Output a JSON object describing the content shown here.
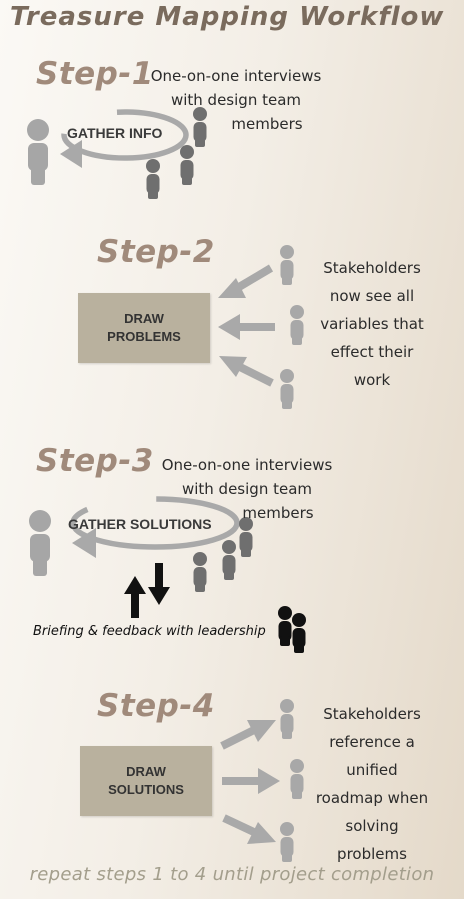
{
  "title": "Treasure Mapping Workflow",
  "steps": [
    {
      "label": "Step-1",
      "note_lines": [
        "One-on-one interviews",
        "with design team",
        "members"
      ],
      "loop_label": "GATHER INFO"
    },
    {
      "label": "Step-2",
      "box_lines": [
        "DRAW",
        "PROBLEMS"
      ],
      "note_lines": [
        "Stakeholders",
        "now see all",
        "variables that",
        "effect their",
        "work"
      ]
    },
    {
      "label": "Step-3",
      "note_lines": [
        "One-on-one interviews",
        "with design team",
        "members"
      ],
      "loop_label": "GATHER SOLUTIONS",
      "briefing": "Briefing & feedback with leadership"
    },
    {
      "label": "Step-4",
      "box_lines": [
        "DRAW",
        "SOLUTIONS"
      ],
      "note_lines": [
        "Stakeholders",
        "reference a",
        "unified",
        "roadmap when",
        "solving",
        "problems"
      ]
    }
  ],
  "footer": "repeat steps 1 to 4 until project completion",
  "colors": {
    "step_label": "#a08a7b",
    "title": "#7a6b5d",
    "box_fill": "#b9b19e",
    "arrow_gray": "#a9a9a9",
    "person_dark": "#6f6f6f",
    "person_light": "#a8a8a8",
    "footer": "#a39e8c"
  },
  "icons": [
    "person-icon",
    "loop-arrow-icon",
    "arrow-icon",
    "up-down-arrows-icon",
    "leadership-people-icon"
  ]
}
